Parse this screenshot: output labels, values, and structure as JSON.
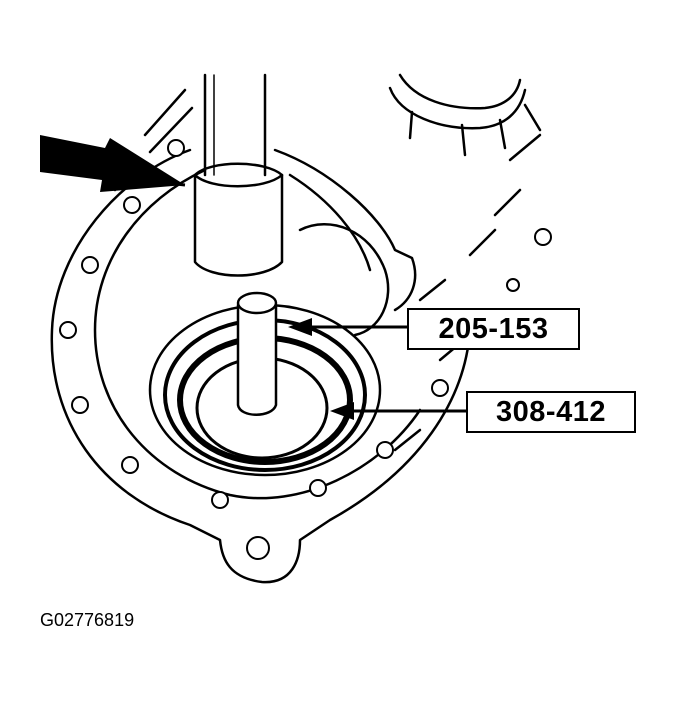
{
  "callouts": [
    {
      "label": "205-153"
    },
    {
      "label": "308-412"
    }
  ],
  "figure_id": "G02776819",
  "colors": {
    "ink": "#000000",
    "paper": "#ffffff"
  }
}
